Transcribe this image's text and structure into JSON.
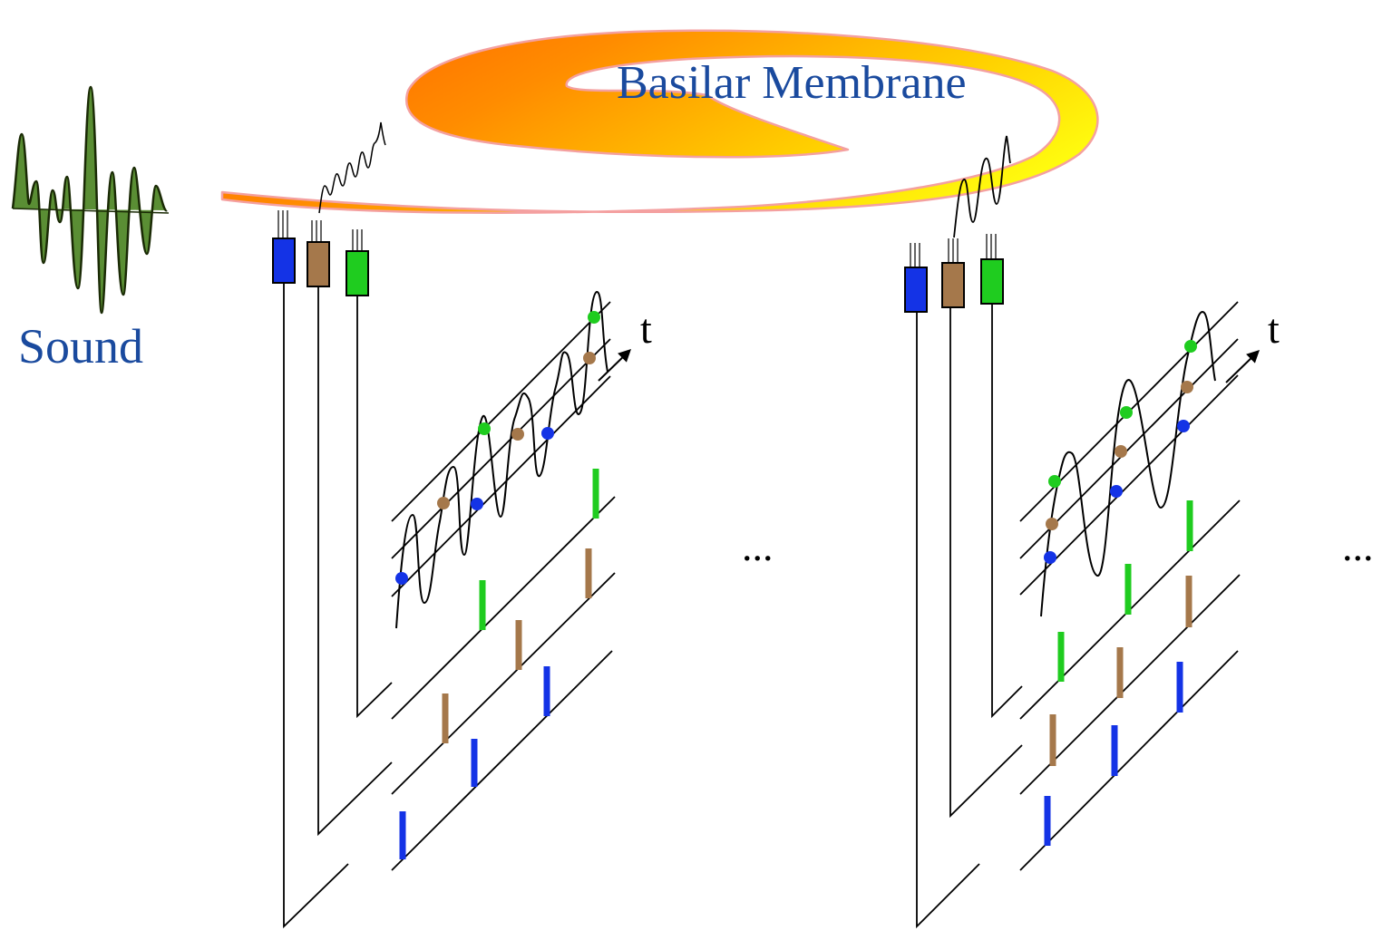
{
  "labels": {
    "membrane": "Basilar Membrane",
    "sound": "Sound",
    "time_left": "t",
    "time_right": "t",
    "ellipsis_middle": "...",
    "ellipsis_right": "..."
  },
  "colors": {
    "channel_low": "#1433e6",
    "channel_mid": "#a5784b",
    "channel_high": "#1fcc1f",
    "sound_wave": "#3d6b10",
    "membrane_start": "#ff6a00",
    "membrane_end": "#ffff10",
    "membrane_edge": "#f4a0a0",
    "label_text": "#1a4a9e"
  },
  "icons": {
    "sound_wave": "sound-waveform-icon",
    "time_arrow": "arrow-icon"
  }
}
